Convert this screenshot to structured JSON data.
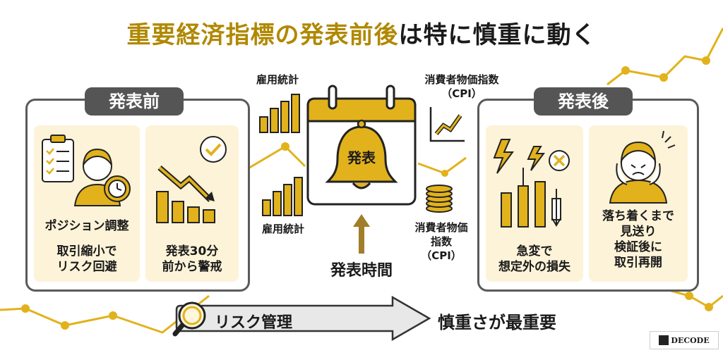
{
  "title": {
    "part1": "重要経済指標の発表前後",
    "part2": "は特に慎重に動く"
  },
  "before": {
    "tag": "発表前",
    "card1": {
      "line1": "ポジション調整",
      "line2": "取引縮小で",
      "line3": "リスク回避"
    },
    "card2": {
      "line1": "発表30分",
      "line2": "前から警戒"
    }
  },
  "center": {
    "label_top_left": "雇用統計",
    "label_bottom_left": "雇用統計",
    "label_top_right_1": "消費者物価指数",
    "label_top_right_2": "（CPI）",
    "label_bottom_right_1": "消費者物価",
    "label_bottom_right_2": "指数",
    "label_bottom_right_3": "（CPI）",
    "bell_text": "発表",
    "time_label": "発表時間"
  },
  "after": {
    "tag": "発表後",
    "card1": {
      "line1": "急変で",
      "line2": "想定外の損失"
    },
    "card2": {
      "line1": "落ち着くまで",
      "line2": "見送り",
      "line3": "検証後に",
      "line4": "取引再開"
    }
  },
  "bottom": {
    "risk_label": "リスク管理",
    "conclusion": "慎重さが最重要"
  },
  "logo": {
    "text": "DECODE"
  },
  "colors": {
    "accent": "#e2b21c",
    "dark": "#1a1a1a",
    "panel_border": "#5a5a5a"
  }
}
